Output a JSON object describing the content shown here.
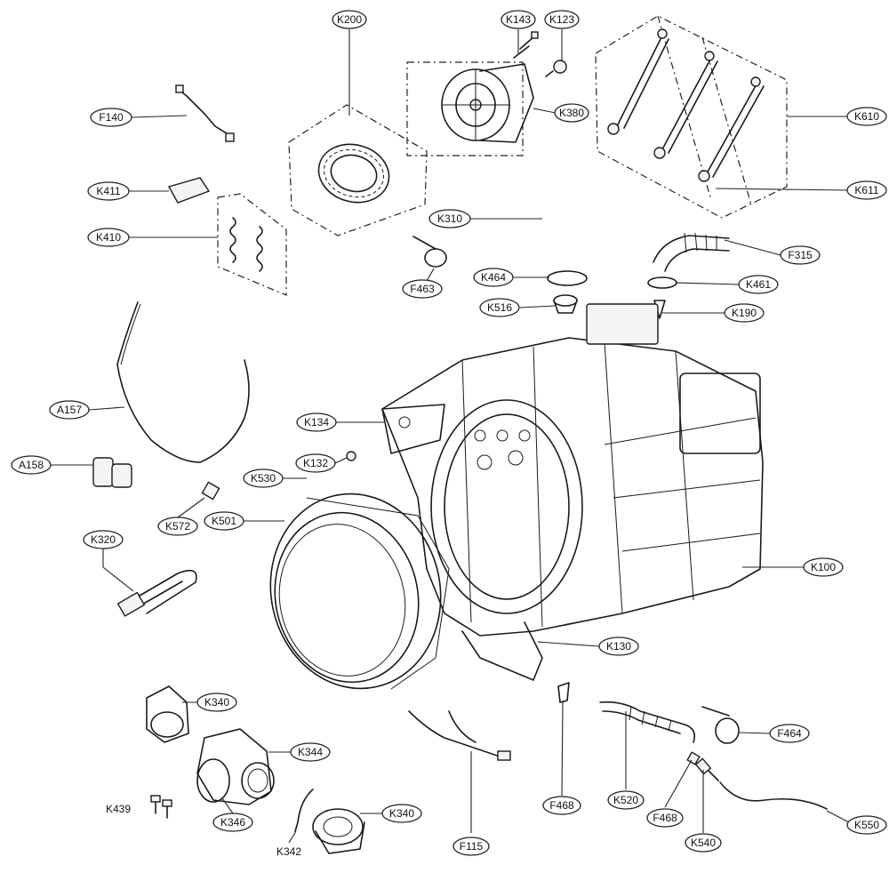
{
  "diagram": {
    "labels": {
      "K200": "K200",
      "K143": "K143",
      "K123": "K123",
      "F140": "F140",
      "K380": "K380",
      "K610": "K610",
      "K411": "K411",
      "K611": "K611",
      "K310": "K310",
      "K410": "K410",
      "F315": "F315",
      "F463": "F463",
      "K464": "K464",
      "K461": "K461",
      "K516": "K516",
      "K190": "K190",
      "A157": "A157",
      "K134": "K134",
      "A158": "A158",
      "K132": "K132",
      "K530": "K530",
      "K572": "K572",
      "K501": "K501",
      "K320": "K320",
      "K100": "K100",
      "K130": "K130",
      "K340a": "K340",
      "K344": "K344",
      "K346": "K346",
      "K439": "K439",
      "K342": "K342",
      "K340b": "K340",
      "F115": "F115",
      "F468a": "F468",
      "F464": "F464",
      "K520": "K520",
      "F468b": "F468",
      "K540": "K540",
      "K550": "K550"
    },
    "colors": {
      "line": "#1a1a1a",
      "background": "#ffffff"
    }
  }
}
